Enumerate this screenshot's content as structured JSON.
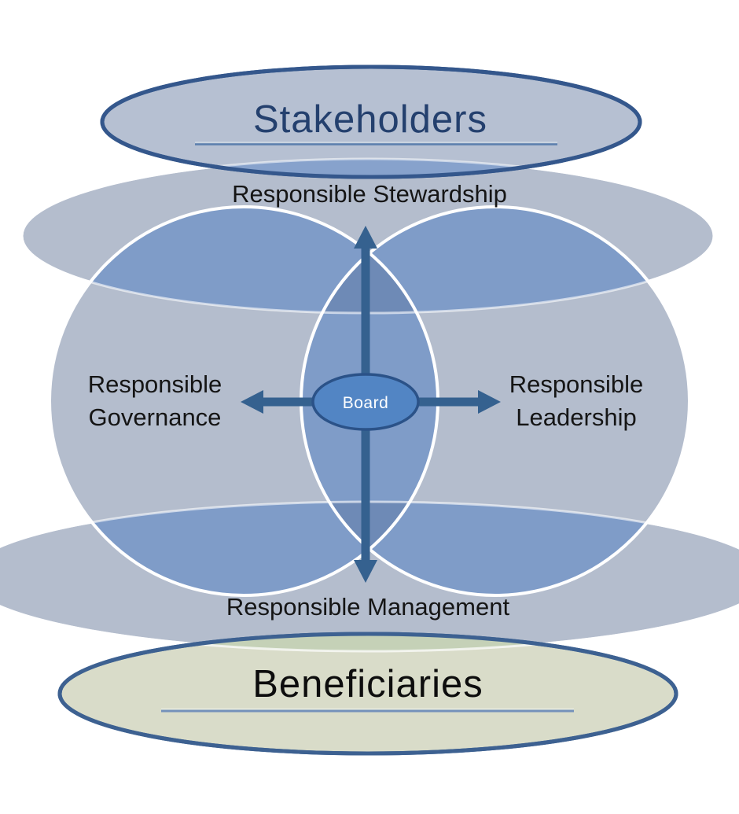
{
  "diagram_title": "Board responsibilities venn diagram",
  "nodes": {
    "stakeholders": "Stakeholders",
    "stewardship": "Responsible Stewardship",
    "governance": [
      "Responsible",
      "Governance"
    ],
    "leadership": [
      "Responsible",
      "Leadership"
    ],
    "management": "Responsible Management",
    "beneficiaries": "Beneficiaries",
    "board": "Board"
  },
  "colors": {
    "canvas_bg": "#ffffff",
    "shape_light": "#b4bdcd",
    "stak_fill": "#b6c0d2",
    "overlap_double": "#7f9cc8",
    "overlap_triple": "#6e8ab6",
    "stak_overlap": "#87a2cc",
    "stak_border": "#34578c",
    "ben_fill": "#d9dcc9",
    "ben_overlap": "#c5d1b7",
    "ben_border": "#3d6191",
    "board_fill": "#5285c4",
    "board_border": "#2b5288",
    "arrow": "#35618f",
    "white_border": "#ffffff",
    "stak_title_text": "#24406e",
    "label_text": "#151515",
    "ben_title_text": "#0d0d0d",
    "board_text": "#ffffff",
    "underline_stak": "#5c7fae",
    "underline_stak_light": "#c9d3e0",
    "underline_ben": "#7491ba",
    "underline_ben_light": "#e6e9dc"
  }
}
